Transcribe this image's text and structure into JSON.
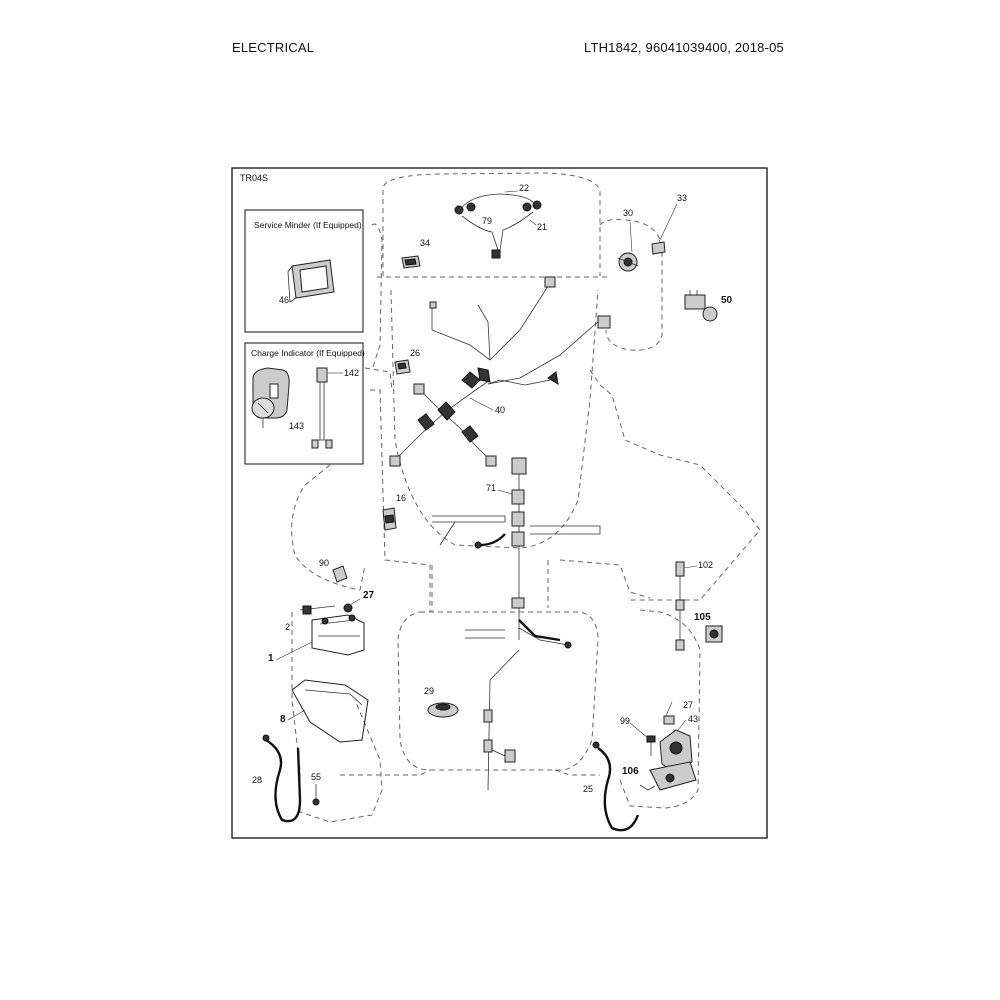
{
  "header": {
    "section": "ELECTRICAL",
    "model_info": "LTH1842, 96041039400, 2018-05"
  },
  "diagram": {
    "code": "TR04S",
    "insets": {
      "service_minder": "Service Minder (If Equipped)",
      "charge_indicator": "Charge Indicator (If Equipped)"
    },
    "callouts": {
      "p1": "1",
      "p2": "2",
      "p8": "8",
      "p16": "16",
      "p21": "21",
      "p22": "22",
      "p25": "25",
      "p26": "26",
      "p27a": "27",
      "p27b": "27",
      "p28": "28",
      "p29": "29",
      "p30": "30",
      "p33": "33",
      "p34": "34",
      "p40": "40",
      "p43": "43",
      "p46": "46",
      "p50": "50",
      "p55": "55",
      "p71": "71",
      "p79": "79",
      "p90": "90",
      "p99": "99",
      "p102": "102",
      "p105": "105",
      "p106": "106",
      "p142": "142",
      "p143": "143"
    }
  }
}
